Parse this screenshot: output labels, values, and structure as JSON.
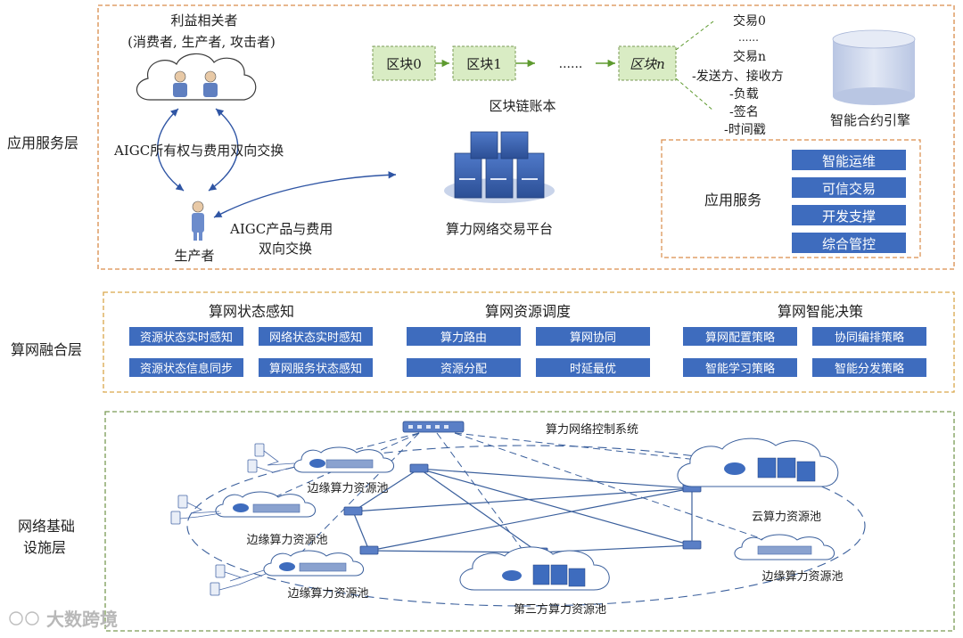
{
  "layers": {
    "app": "应用服务层",
    "fusion": "算网融合层",
    "infra_line1": "网络基础",
    "infra_line2": "设施层"
  },
  "app_layer": {
    "stakeholders_title": "利益相关者",
    "stakeholders_sub": "(消费者, 生产者, 攻击者)",
    "exchange_label": "AIGC所有权与费用双向交换",
    "producer": "生产者",
    "product_exchange_line1": "AIGC产品与费用",
    "product_exchange_line2": "双向交换",
    "platform": "算力网络交易平台",
    "blocks": [
      "区块0",
      "区块1",
      "......",
      "区块n"
    ],
    "ledger": "区块链账本",
    "tx_fields": [
      "交易0",
      "......",
      "交易n",
      "-发送方、接收方",
      "-负载",
      "-签名",
      "-时间戳"
    ],
    "contract_engine": "智能合约引擎",
    "services_title": "应用服务",
    "services": [
      "智能运维",
      "可信交易",
      "开发支撑",
      "综合管控"
    ]
  },
  "fusion_layer": {
    "groups": [
      {
        "title": "算网状态感知",
        "items": [
          "资源状态实时感知",
          "网络状态实时感知",
          "资源状态信息同步",
          "算网服务状态感知"
        ]
      },
      {
        "title": "算网资源调度",
        "items": [
          "算力路由",
          "算网协同",
          "资源分配",
          "时延最优"
        ]
      },
      {
        "title": "算网智能决策",
        "items": [
          "算网配置策略",
          "协同编排策略",
          "智能学习策略",
          "智能分发策略"
        ]
      }
    ]
  },
  "infra_layer": {
    "control_system": "算力网络控制系统",
    "pools": {
      "edge_top": "边缘算力资源池",
      "edge_left": "边缘算力资源池",
      "edge_bottom": "边缘算力资源池",
      "cloud": "云算力资源池",
      "edge_right": "边缘算力资源池",
      "third_party": "第三方算力资源池"
    }
  },
  "watermark": "大数跨境",
  "colors": {
    "orange_dash": "#d98c4a",
    "green_dash": "#7a9a55",
    "block_fill": "#d9ecc4",
    "block_arrow": "#5e9a2f",
    "blue_box": "#3e6cbe",
    "line_blue": "#3a5f9c",
    "cylinder": "#c9d4ea"
  }
}
